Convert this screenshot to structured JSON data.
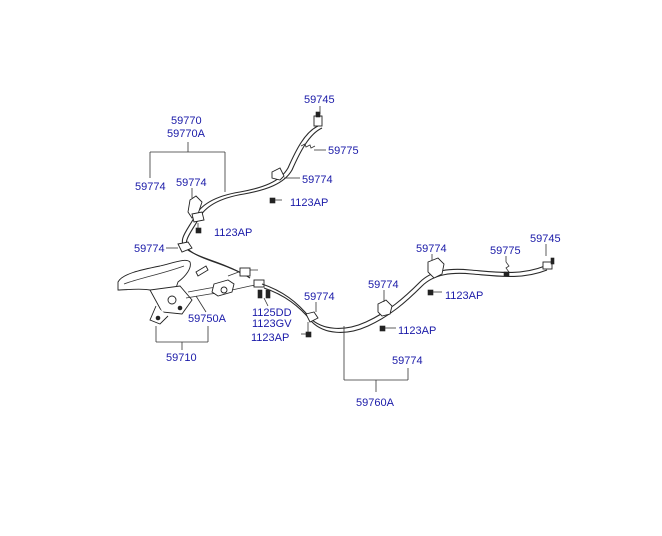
{
  "labels": {
    "p59745_a": "59745",
    "p59775_a": "59775",
    "p59770": "59770",
    "p59770a": "59770A",
    "p59774_a": "59774",
    "p59774_b": "59774",
    "p59774_c": "59774",
    "p1123ap_a": "1123AP",
    "p1123ap_b": "1123AP",
    "p59774_d": "59774",
    "p59774_e": "59774",
    "p59775_b": "59775",
    "p59745_b": "59745",
    "p59774_f": "59774",
    "p59774_g": "59774",
    "p1123ap_c": "1123AP",
    "p59750a": "59750A",
    "p1125dd": "1125DD",
    "p1123gv": "1123GV",
    "p1123ap_d": "1123AP",
    "p1123ap_e": "1123AP",
    "p59710": "59710",
    "p59774_h": "59774",
    "p59760a": "59760A"
  },
  "colors": {
    "label": "#1a1aa8",
    "line": "#222222",
    "background": "#ffffff"
  }
}
